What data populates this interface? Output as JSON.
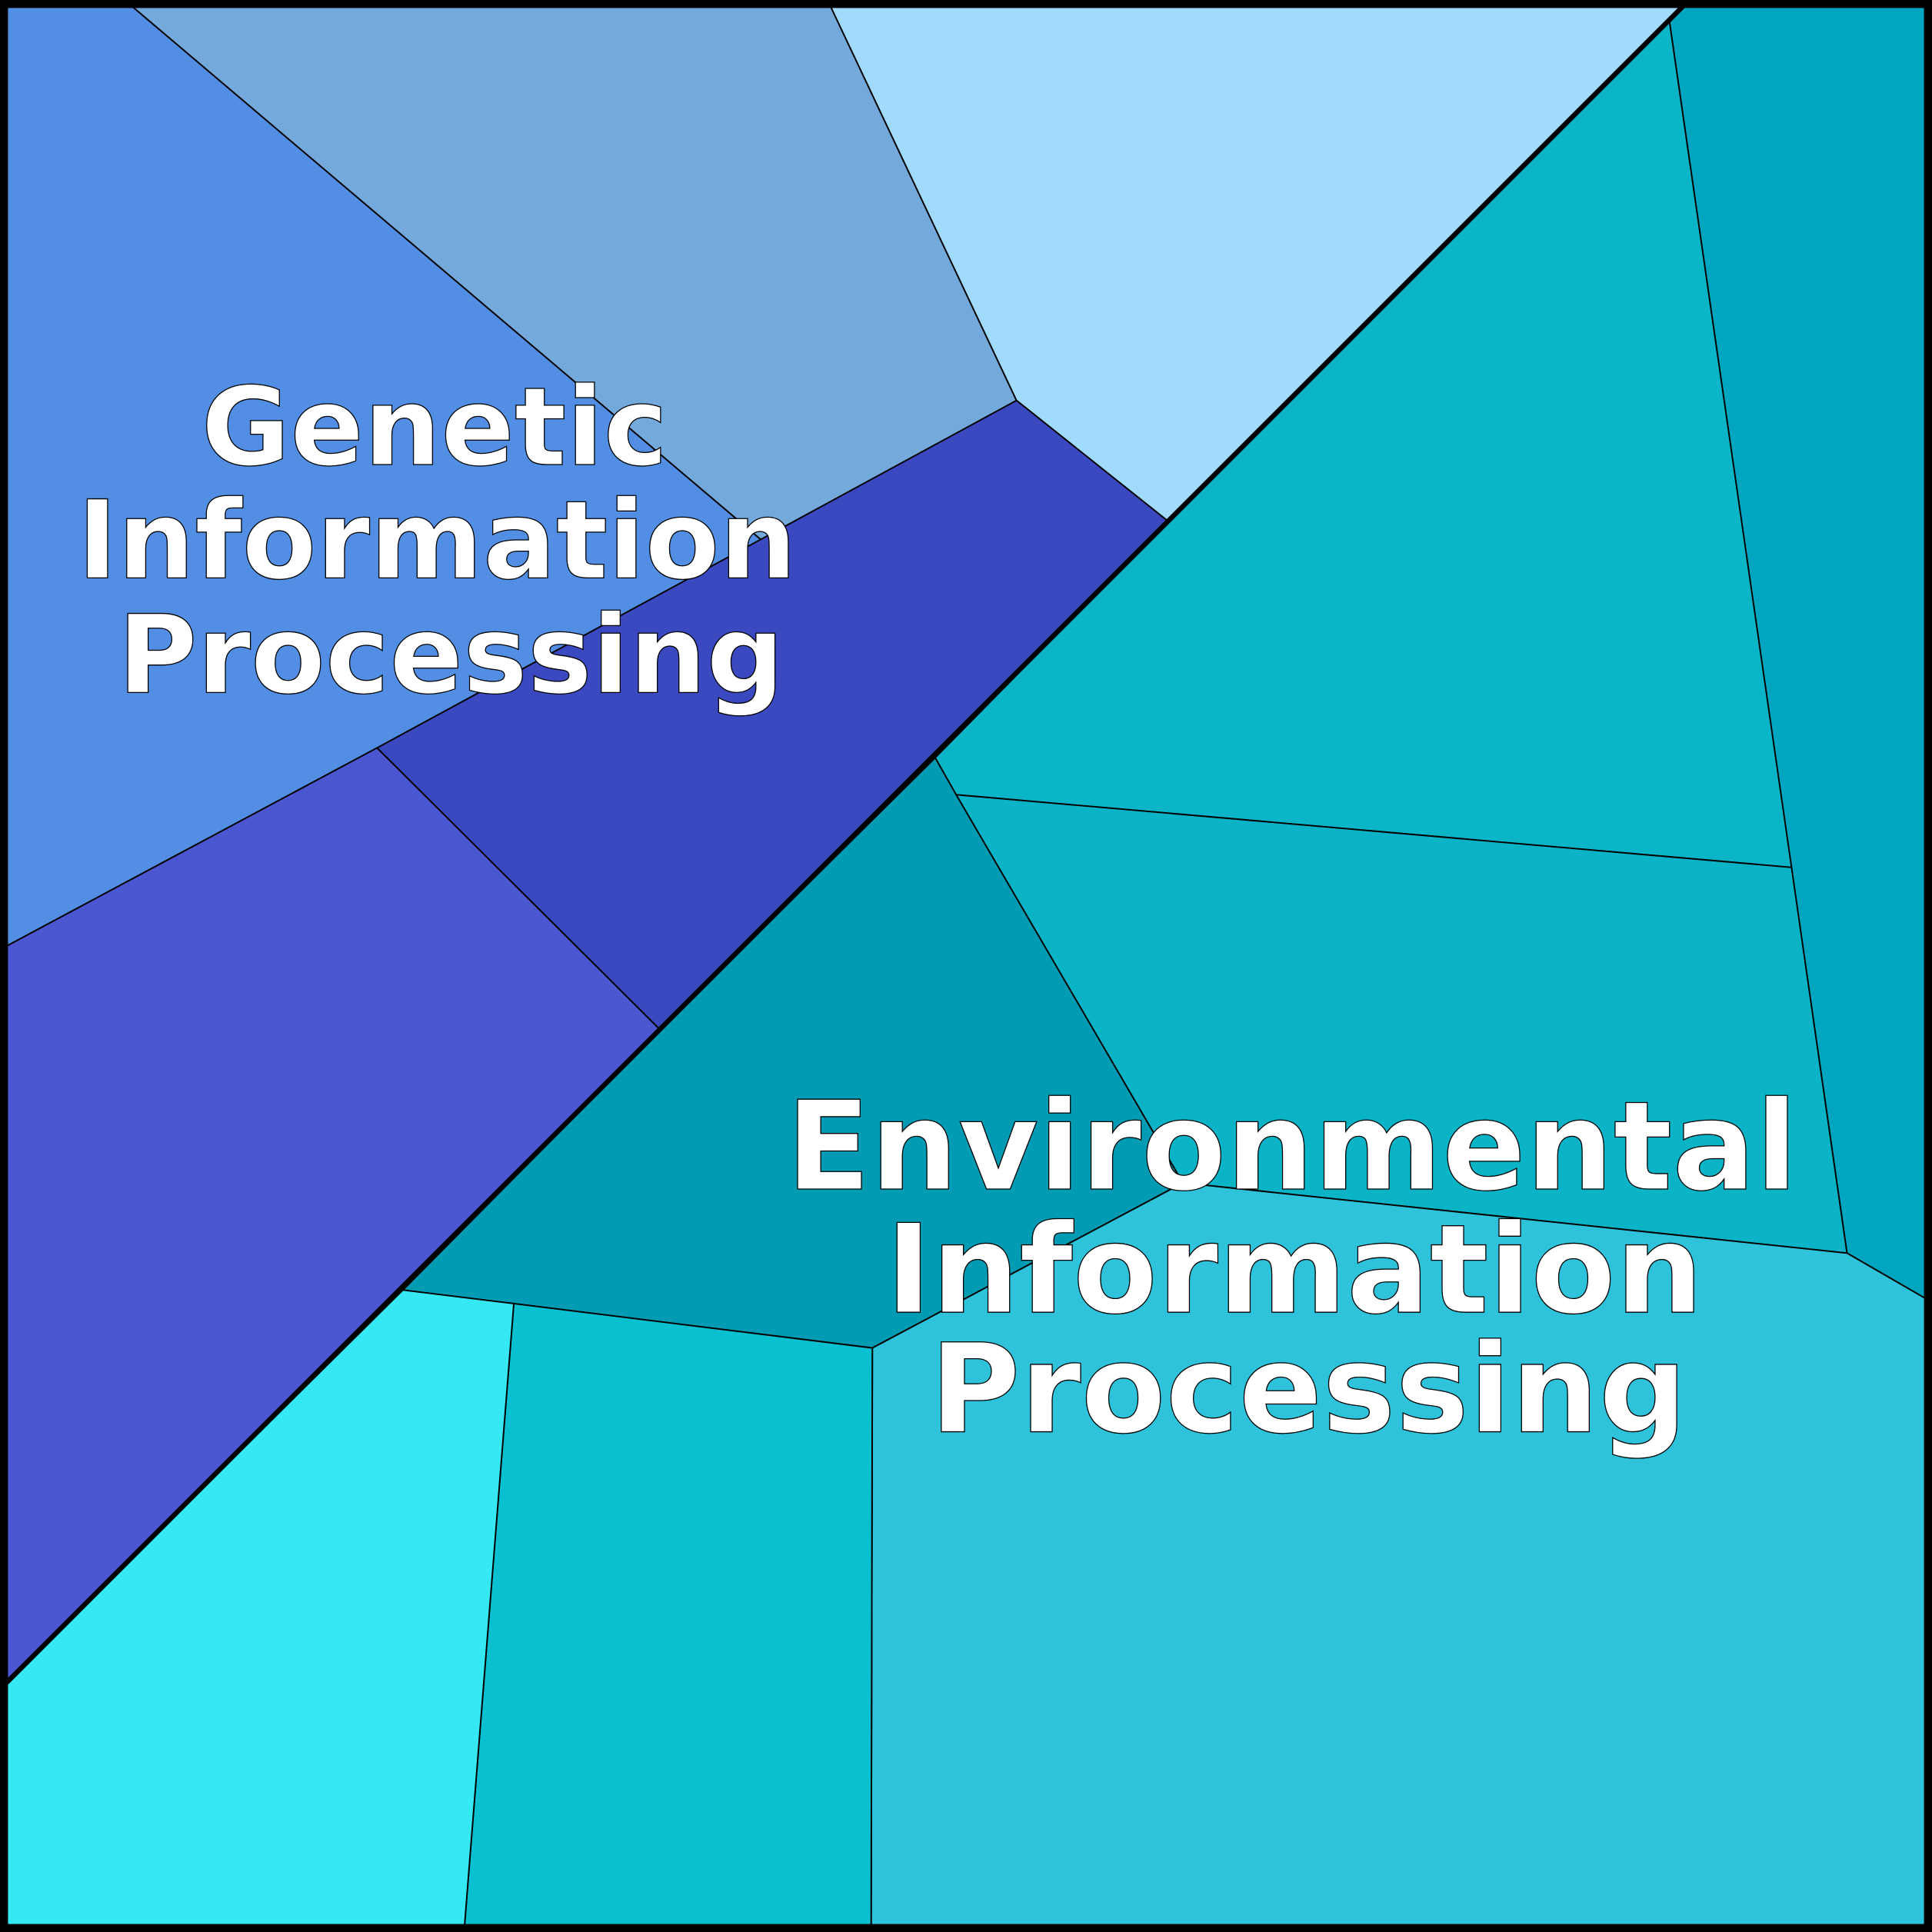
{
  "groups": [
    {
      "label_lines": [
        "Genetic",
        "Information",
        "Processing"
      ],
      "colors": [
        "#528fe4",
        "#74a9dc",
        "#a0dbfd",
        "#3a49bf",
        "#4b57d0"
      ]
    },
    {
      "label_lines": [
        "Environmental",
        "Information",
        "Processing"
      ],
      "colors": [
        "#00a5c0",
        "#0bb5c8",
        "#0ab3c6",
        "#019bb3",
        "#2ec3da",
        "#08c0d0",
        "#35e8f3"
      ]
    }
  ]
}
